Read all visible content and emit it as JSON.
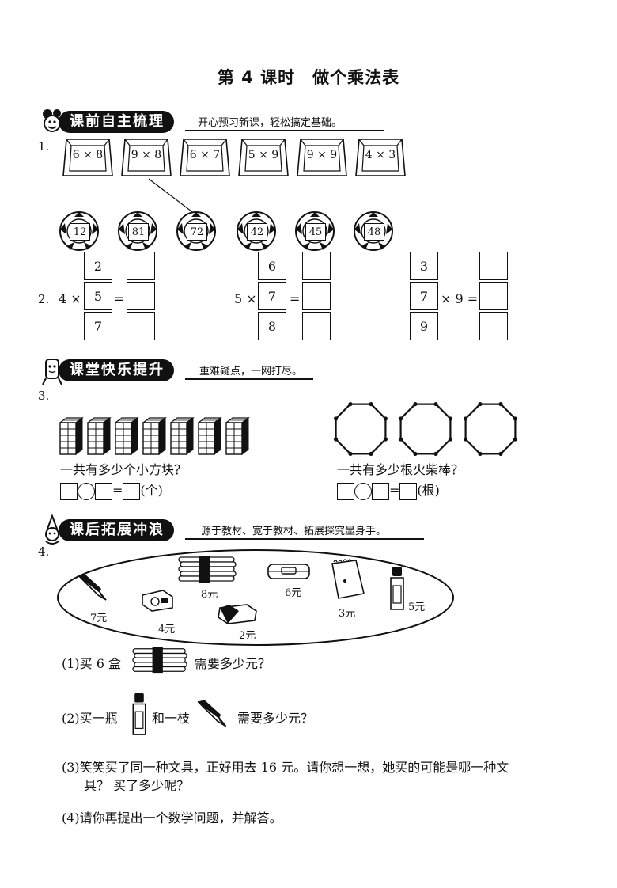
{
  "title": "第 4 课时　做个乘法表",
  "sections": {
    "s1": {
      "label": "课前自主梳理",
      "tagline": "开心预习新课，轻松搞定基础。"
    },
    "s2": {
      "label": "课堂快乐提升",
      "tagline": "重难疑点，一网打尽。"
    },
    "s3": {
      "label": "课后拓展冲浪",
      "tagline": "源于教材、宽于教材、拓展探究显身手。"
    }
  },
  "q1": {
    "num": "1.",
    "cards": [
      "6 × 8",
      "9 × 8",
      "6 × 7",
      "5 × 9",
      "9 × 9",
      "4 × 3"
    ],
    "balls": [
      "12",
      "81",
      "72",
      "42",
      "45",
      "48"
    ]
  },
  "q2": {
    "num": "2.",
    "g1": {
      "pre": "4 ×",
      "col": [
        "2",
        "5",
        "7"
      ],
      "eq": "="
    },
    "g2": {
      "pre": "5 ×",
      "col": [
        "6",
        "7",
        "8"
      ],
      "eq": "="
    },
    "g3": {
      "col": [
        "3",
        "7",
        "9"
      ],
      "post": "× 9 ="
    }
  },
  "q3": {
    "num": "3.",
    "left_q": "一共有多少个小方块？",
    "left_eq": "=",
    "left_unit": "(个)",
    "right_q": "一共有多少根火柴棒？",
    "right_eq": "=",
    "right_unit": "(根)"
  },
  "q4": {
    "num": "4.",
    "prices": {
      "pen": "7元",
      "sharpener": "4元",
      "crayons": "8元",
      "eraser": "2元",
      "pencilcase": "6元",
      "notebook": "3元",
      "glue": "5元"
    },
    "sub1_a": "(1)买 6 盒",
    "sub1_b": "需要多少元？",
    "sub2_a": "(2)买一瓶",
    "sub2_b": "和一枝",
    "sub2_c": "需要多少元？",
    "sub3_l1": "(3)笑笑买了同一种文具，正好用去 16 元。请你想一想，她买的可能是哪一种文",
    "sub3_l2": "具？ 买了多少呢？",
    "sub4": "(4)请你再提出一个数学问题，并解答。"
  }
}
